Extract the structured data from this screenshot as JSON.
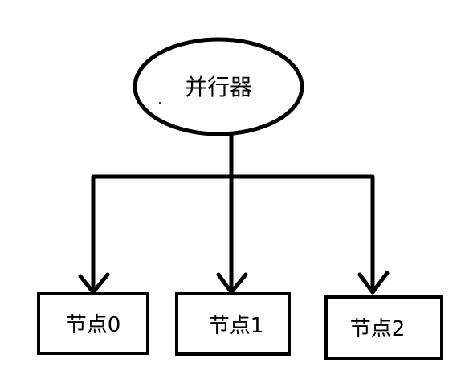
{
  "root": {
    "label": "并行器"
  },
  "nodes": [
    {
      "label": "节点0"
    },
    {
      "label": "节点1"
    },
    {
      "label": "节点2"
    }
  ],
  "colors": {
    "stroke": "#000000",
    "background": "#ffffff"
  }
}
